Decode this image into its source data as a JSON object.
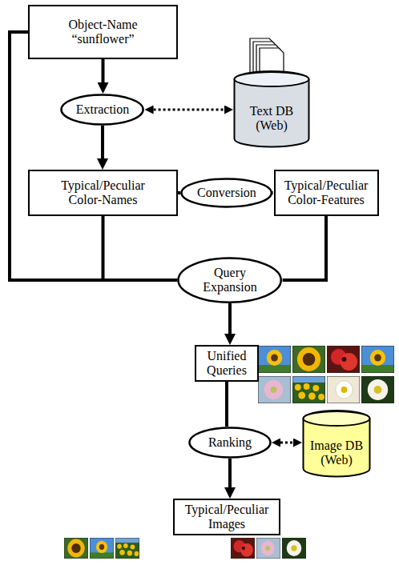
{
  "diagram": {
    "nodes": [
      {
        "text": [
          "Object-Name “sunflower”"
        ]
      },
      {
        "text": [
          "Extraction"
        ]
      },
      {
        "text": [
          "Text DB (Web)"
        ]
      },
      {
        "text": [
          "Typical/Peculiar Color-Names"
        ]
      },
      {
        "text": [
          "Conversion"
        ]
      },
      {
        "text": [
          "Typical/Peculiar Color-Features"
        ]
      },
      {
        "text": [
          "Query Expansion"
        ]
      },
      {
        "text": [
          "Unified Queries"
        ]
      },
      {
        "text": [
          "Ranking"
        ]
      },
      {
        "text": [
          "Image DB (Web)"
        ]
      },
      {
        "text": [
          "Typical/Peculiar Images"
        ]
      }
    ],
    "edges": [
      {
        "from": 0,
        "to": 1,
        "arrow": "to"
      },
      {
        "from": 1,
        "to": 2,
        "arrow": "both"
      },
      {
        "from": 1,
        "to": 3,
        "arrow": "to"
      },
      {
        "from": 3,
        "to": 4,
        "arrow": "none"
      },
      {
        "from": 4,
        "to": 5,
        "arrow": "to"
      },
      {
        "from": 0,
        "to": 6,
        "arrow": "none"
      },
      {
        "from": 3,
        "to": 6,
        "arrow": "none"
      },
      {
        "from": 5,
        "to": 6,
        "arrow": "none"
      },
      {
        "from": 6,
        "to": 7,
        "arrow": "to"
      },
      {
        "from": 7,
        "to": 8,
        "arrow": "none"
      },
      {
        "from": 8,
        "to": 9,
        "arrow": "both"
      },
      {
        "from": 8,
        "to": 10,
        "arrow": "to"
      }
    ]
  }
}
